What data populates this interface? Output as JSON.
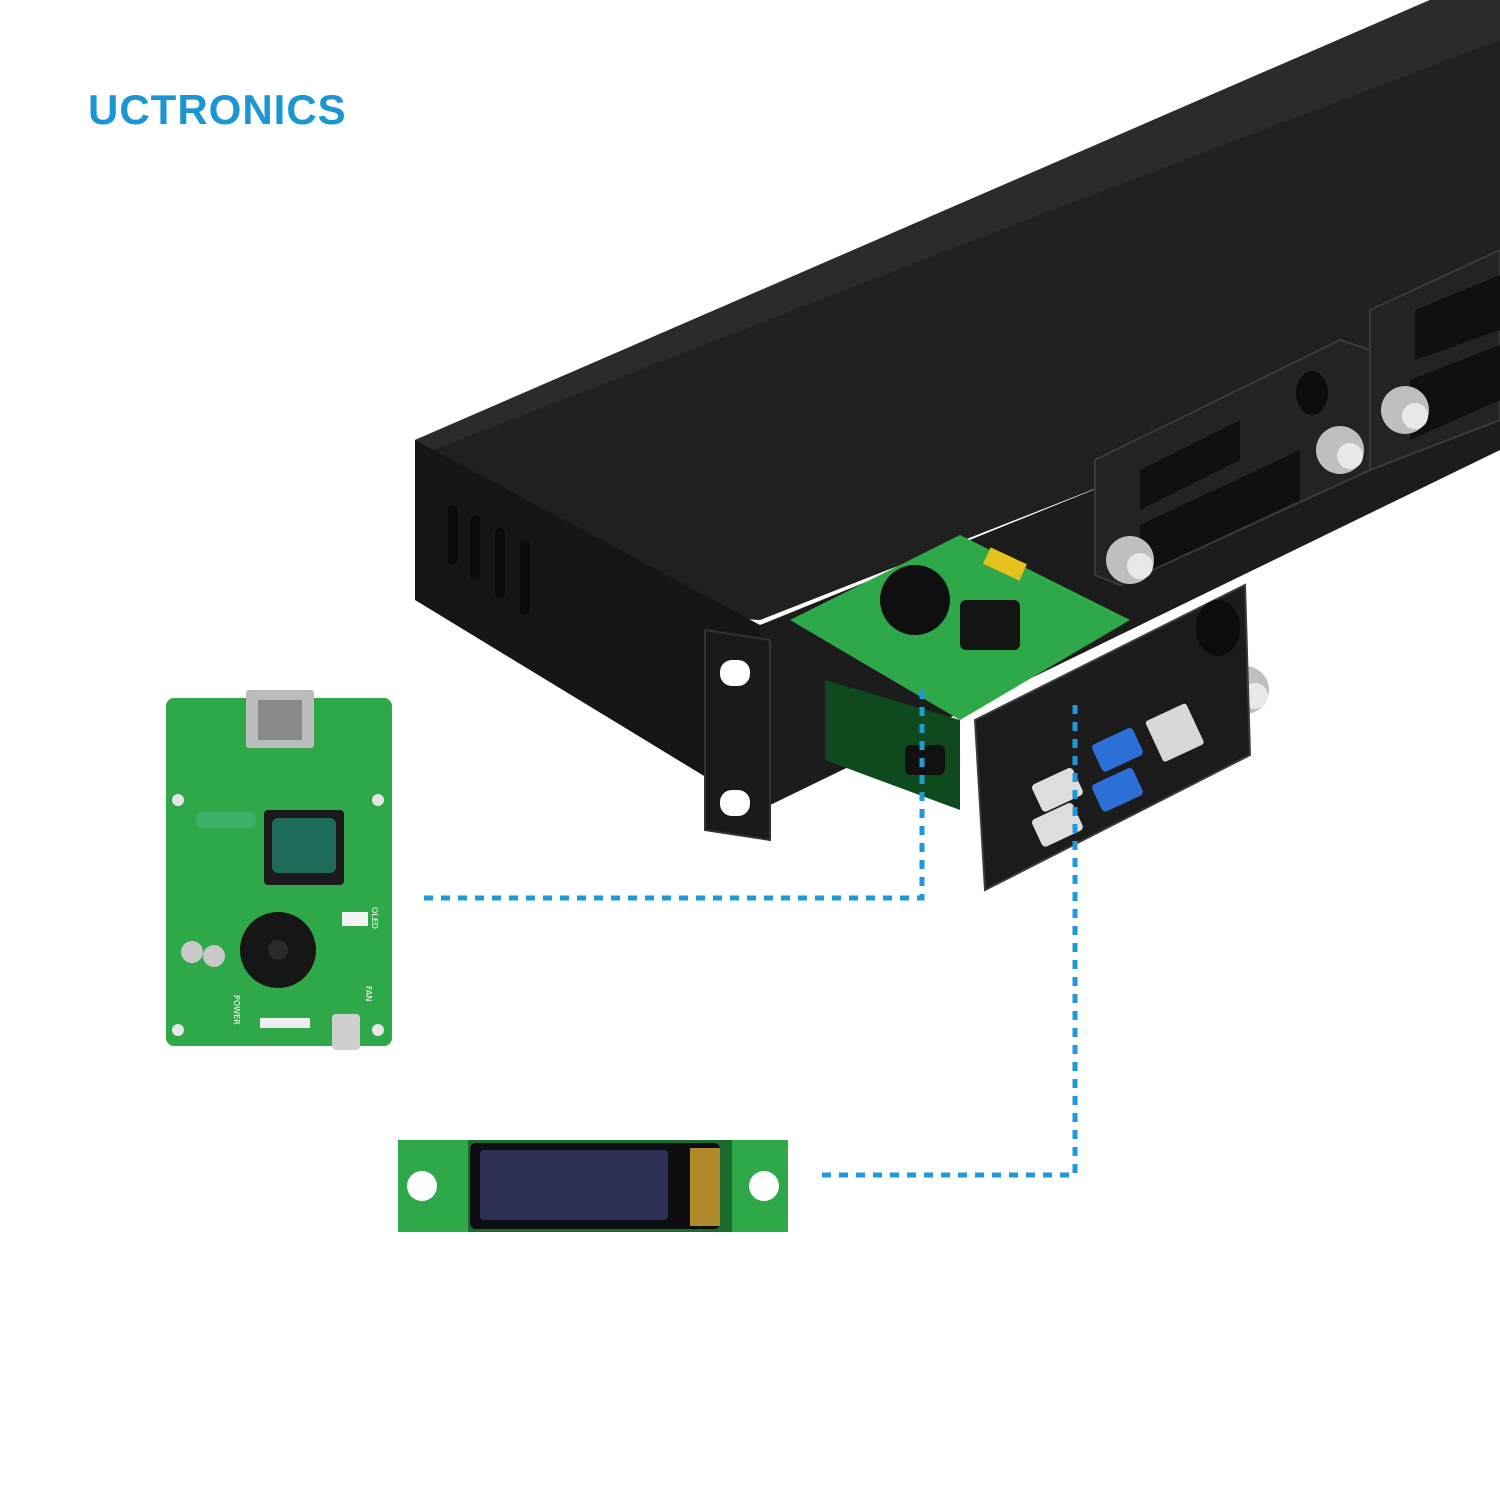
{
  "brand": {
    "name": "UCTRONICS",
    "color": "#1a96d4"
  },
  "colors": {
    "chassis": "#1a1a1a",
    "pcb": "#2fa84a",
    "connector_line": "#1f9ad6",
    "usb3": "#2c6fd6"
  },
  "board_labels": {
    "oled": "OLED",
    "fan": "FAN",
    "power": "POWER"
  }
}
